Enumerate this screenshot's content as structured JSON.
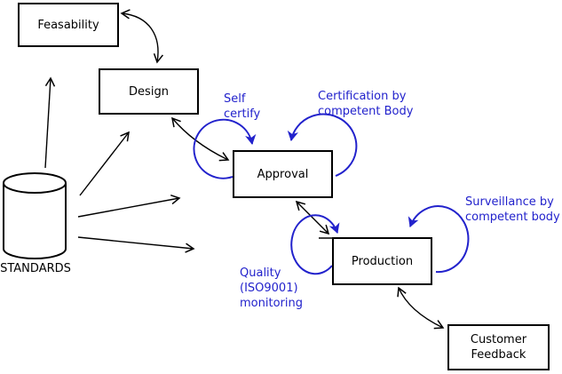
{
  "diagram": {
    "type": "flowchart",
    "background_color": "#ffffff",
    "line_color": "#000000",
    "annotation_color": "#2222cc",
    "nodes": [
      {
        "id": "feasability",
        "label": "Feasability",
        "shape": "rect"
      },
      {
        "id": "design",
        "label": "Design",
        "shape": "rect"
      },
      {
        "id": "approval",
        "label": "Approval",
        "shape": "rect"
      },
      {
        "id": "production",
        "label": "Production",
        "shape": "rect"
      },
      {
        "id": "customer-feedback",
        "label": "Customer Feedback",
        "lines": [
          "Customer",
          "Feedback"
        ],
        "shape": "rect"
      },
      {
        "id": "standards",
        "label": "STANDARDS",
        "shape": "cylinder"
      }
    ],
    "annotations": [
      {
        "id": "self-certify",
        "target": "approval",
        "lines": [
          "Self",
          "certify"
        ]
      },
      {
        "id": "certification",
        "target": "approval",
        "lines": [
          "Certification by",
          "competent Body"
        ]
      },
      {
        "id": "surveillance",
        "target": "production",
        "lines": [
          "Surveillance by",
          "competent body"
        ]
      },
      {
        "id": "quality-monitoring",
        "target": "production",
        "lines": [
          "Quality",
          "(ISO9001)",
          "monitoring"
        ]
      }
    ],
    "edges": [
      {
        "from": "feasability",
        "to": "design",
        "bidirectional": true
      },
      {
        "from": "design",
        "to": "approval",
        "bidirectional": true
      },
      {
        "from": "approval",
        "to": "production",
        "bidirectional": true
      },
      {
        "from": "production",
        "to": "customer-feedback",
        "bidirectional": true
      },
      {
        "from": "standards",
        "to": "feasability",
        "bidirectional": false
      },
      {
        "from": "standards",
        "to": "design",
        "bidirectional": false
      },
      {
        "from": "standards",
        "to": "approval",
        "bidirectional": false
      },
      {
        "from": "standards",
        "to": "production",
        "bidirectional": false
      }
    ]
  }
}
